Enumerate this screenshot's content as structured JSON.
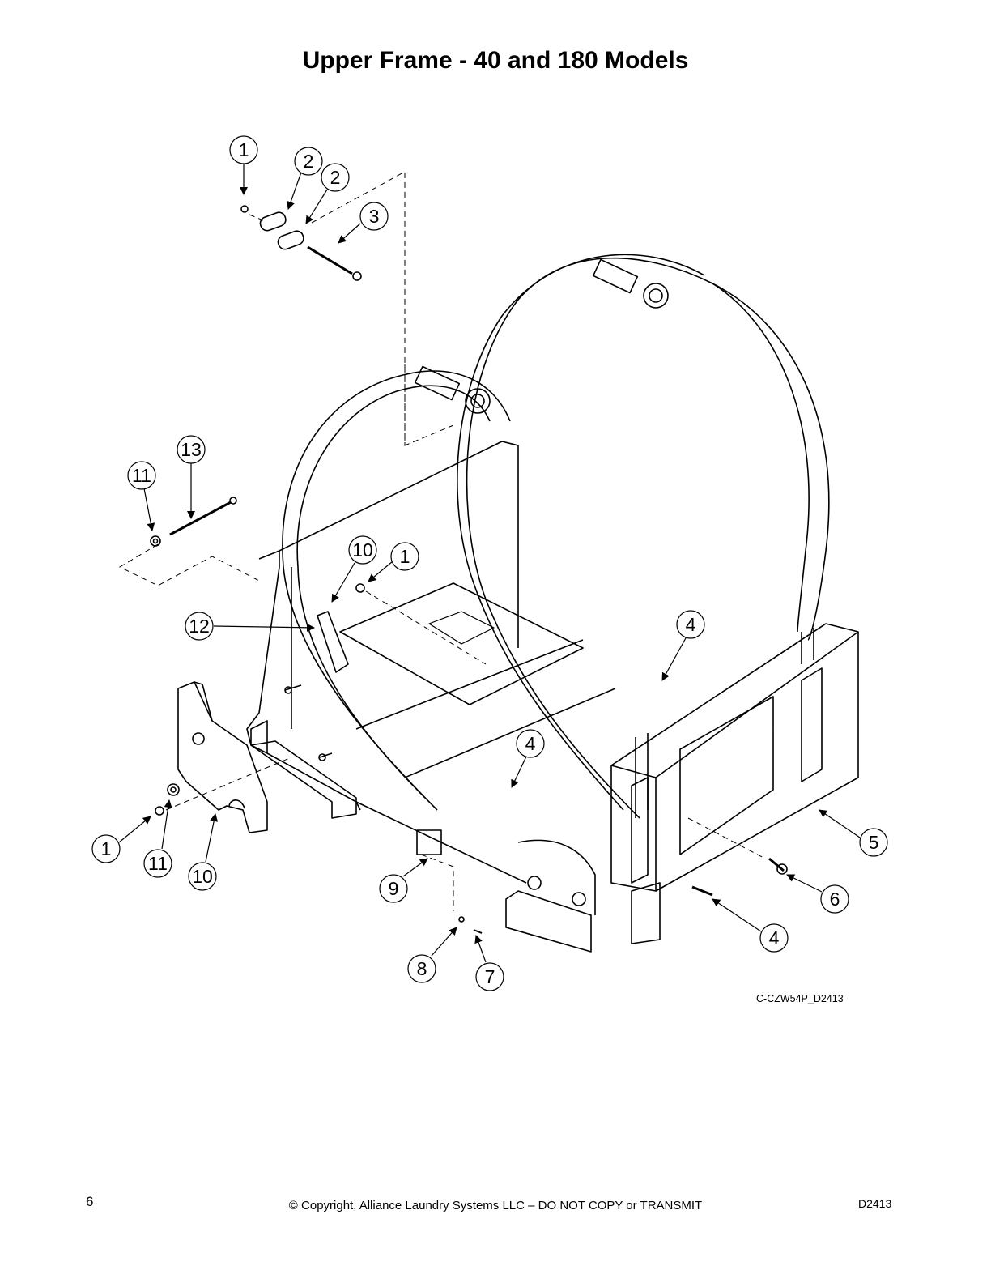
{
  "title": "Upper Frame - 40 and 180 Models",
  "callouts": [
    "1",
    "2",
    "2",
    "3",
    "13",
    "11",
    "10",
    "1",
    "12",
    "4",
    "4",
    "1",
    "11",
    "10",
    "9",
    "5",
    "6",
    "4",
    "8",
    "7"
  ],
  "drawing_id": "C-CZW54P_D2413",
  "footer": {
    "page_number": "6",
    "copyright": "© Copyright, Alliance Laundry Systems LLC – DO NOT COPY or TRANSMIT",
    "doc_number": "D2413"
  }
}
